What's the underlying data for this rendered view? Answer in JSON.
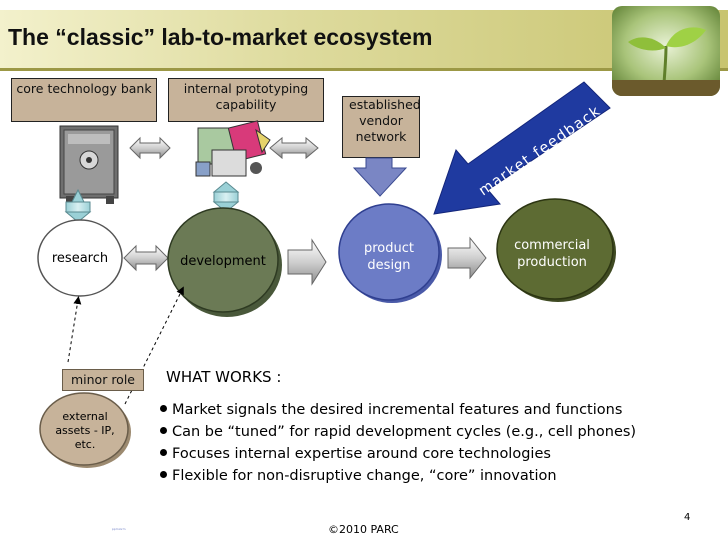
{
  "slide": {
    "title": "The “classic” lab-to-market ecosystem",
    "page_number": "4",
    "copyright": "©2010 PARC",
    "footer_note": "ppmiorm"
  },
  "labels": {
    "core_technology_bank": "core technology bank",
    "internal_prototyping": "internal prototyping capability",
    "established_vendor": "established vendor network",
    "market_feedback": "market feedback",
    "minor_role": "minor role"
  },
  "stages": {
    "research": "research",
    "development": "development",
    "product_design": "product design",
    "commercial_production": "commercial production",
    "external_assets": "external assets - IP, etc."
  },
  "what_works": {
    "heading": "WHAT WORKS :",
    "bullets": [
      "Market signals the desired incremental features and functions",
      "Can be “tuned” for rapid development cycles (e.g., cell phones)",
      "Focuses internal expertise around core technologies",
      "Flexible for non-disruptive change, “core” innovation"
    ]
  },
  "colors": {
    "label_fill": "#c7b39a",
    "research_fill": "#ffffff",
    "development_fill": "#6b7a55",
    "product_design_fill": "#6c7cc6",
    "commercial_fill": "#5d6b33",
    "feedback_arrow_fill": "#1f3aa0",
    "vendor_arrow_fill": "#7a86c4",
    "title_band": "#dedb9e"
  }
}
